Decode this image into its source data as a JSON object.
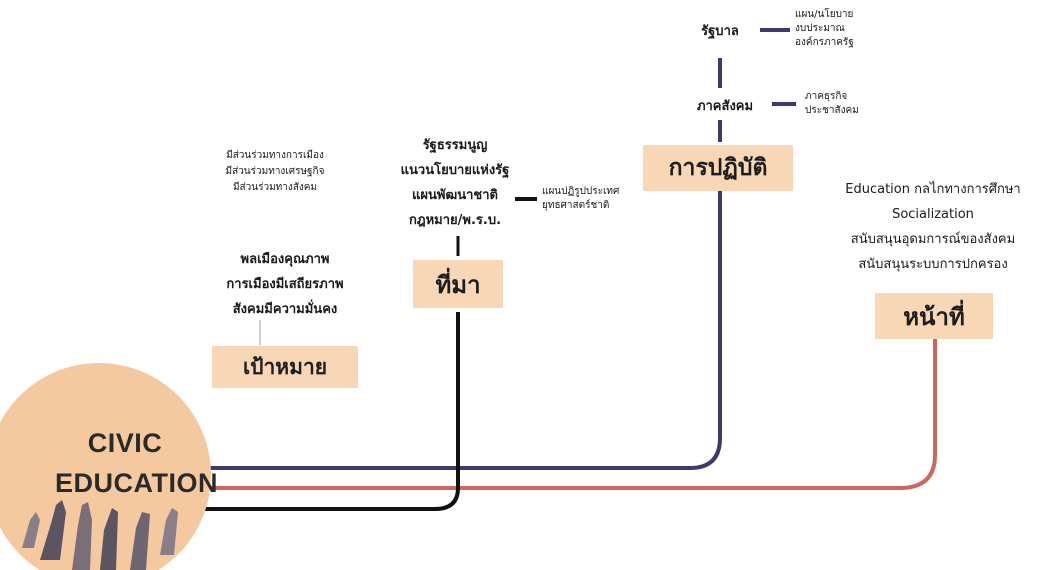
{
  "center": {
    "line1": "CIVIC",
    "line2": "EDUCATION"
  },
  "goal": {
    "label": "เป้าหมาย",
    "participation": [
      "มีส่วนร่วมทางการเมือง",
      "มีส่วนร่วมทางเศรษฐกิจ",
      "มีส่วนร่วมทางสังคม"
    ],
    "outcomes": [
      "พลเมืองคุณภาพ",
      "การเมืองมีเสถียรภาพ",
      "สังคมมีความมั่นคง"
    ]
  },
  "source": {
    "label": "ที่มา",
    "items": [
      "รัฐธรรมนูญ",
      "แนวนโยบายแห่งรัฐ",
      "แผนพัฒนาชาติ",
      "กฎหมาย/พ.ร.บ."
    ],
    "plan_branch": [
      "แผนปฏิรูปประเทศ",
      "ยุทธศาสตร์ชาติ"
    ]
  },
  "practice": {
    "label": "การปฏิบัติ",
    "government": {
      "label": "รัฐบาล",
      "items": [
        "แผน/นโยบาย",
        "งบประมาณ",
        "องค์กรภาครัฐ"
      ]
    },
    "society": {
      "label": "ภาคสังคม",
      "items": [
        "ภาคธุรกิจ",
        "ประชาสังคม"
      ]
    }
  },
  "function": {
    "label": "หน้าที่",
    "items": [
      "Education กลไกทางการศึกษา",
      "Socialization",
      "สนับสนุนอุดมการณ์ของสังคม",
      "สนับสนุนระบบการปกครอง"
    ]
  },
  "colors": {
    "navy": "#3d3a6e",
    "red": "#d0675e",
    "black": "#111111",
    "box": "#f7d7b5",
    "circle": "#f4c9a0"
  }
}
